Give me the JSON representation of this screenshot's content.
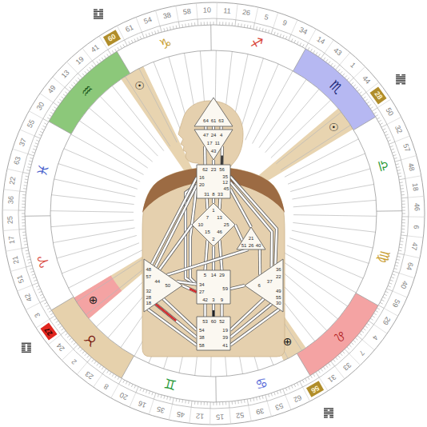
{
  "diagram": {
    "nodes": [
      {
        "text": [
          "64",
          "61",
          "63"
        ]
      },
      {
        "text": [
          "47",
          "24",
          "4",
          "17",
          "11",
          "43"
        ]
      },
      {
        "text": [
          "62",
          "23",
          "56",
          "16",
          "35",
          "20",
          "12",
          "45",
          "31",
          "8",
          "33"
        ]
      },
      {
        "text": [
          "1",
          "7",
          "13",
          "10",
          "25",
          "15",
          "46",
          "2"
        ]
      },
      {
        "text": [
          "21",
          "51",
          "26",
          "40"
        ]
      },
      {
        "text": [
          "48",
          "57",
          "44",
          "50",
          "32",
          "28",
          "18"
        ]
      },
      {
        "text": [
          "5",
          "14",
          "29",
          "34",
          "59",
          "27",
          "42",
          "3",
          "9"
        ]
      },
      {
        "text": [
          "36",
          "22",
          "37",
          "6",
          "49",
          "55",
          "30"
        ]
      },
      {
        "text": [
          "53",
          "60",
          "52",
          "54",
          "19",
          "38",
          "39",
          "58",
          "41"
        ]
      },
      {
        "text": [
          "60"
        ]
      },
      {
        "text": [
          "28"
        ]
      },
      {
        "text": [
          "56"
        ]
      },
      {
        "text": [
          "27"
        ]
      }
    ],
    "edges": [
      {
        "from": 0,
        "to": 1,
        "arrow": "none"
      },
      {
        "from": 0,
        "to": 1,
        "arrow": "none"
      },
      {
        "from": 0,
        "to": 1,
        "arrow": "none"
      },
      {
        "from": 1,
        "to": 2,
        "arrow": "none"
      },
      {
        "from": 1,
        "to": 2,
        "arrow": "none"
      },
      {
        "from": 1,
        "to": 2,
        "arrow": "none"
      },
      {
        "from": 2,
        "to": 3,
        "arrow": "none"
      },
      {
        "from": 2,
        "to": 3,
        "arrow": "none"
      },
      {
        "from": 2,
        "to": 3,
        "arrow": "none"
      },
      {
        "from": 2,
        "to": 3,
        "arrow": "none"
      },
      {
        "from": 2,
        "to": 6,
        "arrow": "none"
      },
      {
        "from": 2,
        "to": 5,
        "arrow": "none"
      },
      {
        "from": 2,
        "to": 5,
        "arrow": "none"
      },
      {
        "from": 2,
        "to": 7,
        "arrow": "none"
      },
      {
        "from": 2,
        "to": 7,
        "arrow": "none"
      },
      {
        "from": 2,
        "to": 4,
        "arrow": "none"
      },
      {
        "from": 3,
        "to": 4,
        "arrow": "none"
      },
      {
        "from": 3,
        "to": 6,
        "arrow": "none"
      },
      {
        "from": 3,
        "to": 6,
        "arrow": "none"
      },
      {
        "from": 3,
        "to": 6,
        "arrow": "none"
      },
      {
        "from": 3,
        "to": 6,
        "arrow": "none"
      },
      {
        "from": 3,
        "to": 5,
        "arrow": "none"
      },
      {
        "from": 4,
        "to": 5,
        "arrow": "none"
      },
      {
        "from": 4,
        "to": 7,
        "arrow": "none"
      },
      {
        "from": 6,
        "to": 5,
        "arrow": "none"
      },
      {
        "from": 6,
        "to": 5,
        "arrow": "none"
      },
      {
        "from": 6,
        "to": 7,
        "arrow": "none"
      },
      {
        "from": 6,
        "to": 8,
        "arrow": "none"
      },
      {
        "from": 6,
        "to": 8,
        "arrow": "none"
      },
      {
        "from": 6,
        "to": 8,
        "arrow": "none"
      },
      {
        "from": 5,
        "to": 8,
        "arrow": "none"
      },
      {
        "from": 5,
        "to": 8,
        "arrow": "none"
      },
      {
        "from": 5,
        "to": 8,
        "arrow": "none"
      },
      {
        "from": 7,
        "to": 8,
        "arrow": "none"
      },
      {
        "from": 7,
        "to": 8,
        "arrow": "none"
      },
      {
        "from": 7,
        "to": 8,
        "arrow": "none"
      }
    ],
    "labels": [
      "41",
      "19",
      "13",
      "49",
      "30",
      "55",
      "37",
      "63",
      "22",
      "36",
      "25",
      "17",
      "21",
      "51",
      "42",
      "3",
      "24",
      "2",
      "23",
      "8",
      "20",
      "16",
      "35",
      "45",
      "12",
      "15",
      "52",
      "39",
      "53",
      "62",
      "31",
      "33",
      "7",
      "4",
      "29",
      "59",
      "40",
      "64",
      "47",
      "6",
      "46",
      "18",
      "48",
      "57",
      "32",
      "50",
      "44",
      "1",
      "43",
      "14",
      "34",
      "9",
      "5",
      "26",
      "11",
      "10",
      "58",
      "38",
      "54",
      "61",
      "♒",
      "♑",
      "♐",
      "♏",
      "♎",
      "♍",
      "♌",
      "♋",
      "♊",
      "♉",
      "♈",
      "♓",
      "☉",
      "☉",
      "⊕",
      "⊕"
    ]
  }
}
